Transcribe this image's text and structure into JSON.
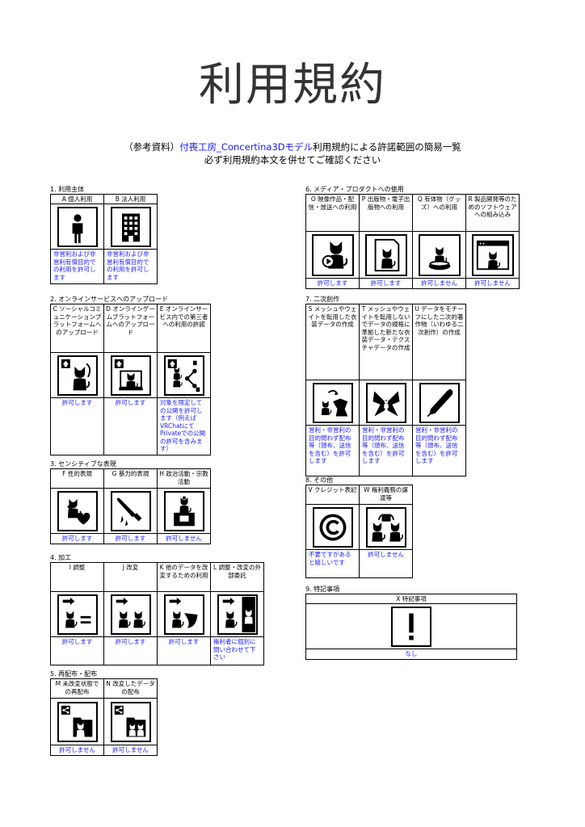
{
  "title": "利用規約",
  "subtitle": {
    "line1_prefix": "（参考資料）",
    "line1_link": "付喪工房_Concertina3Dモデル",
    "line1_suffix": "利用規約による許諾範囲の簡易一覧",
    "line2": "必ず利用規約本文を併せてご確認ください"
  },
  "sections": {
    "s1": {
      "title": "1. 利用主体",
      "cols": [
        {
          "header": "A 個人利用",
          "icon": "person-icon",
          "footer": "非営利および非営利有償目的での利用を許可します"
        },
        {
          "header": "B 法人利用",
          "icon": "building-icon",
          "footer": "非営利および非営利有償目的での利用を許可します"
        }
      ]
    },
    "s2": {
      "title": "2. オンラインサービスへのアップロード",
      "cols": [
        {
          "header": "C ソーシャルコミュニケーションプラットフォームへのアップロード",
          "icon": "upload-avatar-icon",
          "footer": "許可します"
        },
        {
          "header": "D オンラインゲームプラットフォームへのアップロード",
          "icon": "upload-game-icon",
          "footer": "許可します"
        },
        {
          "header": "E オンラインサービス内での第三者への利用の許諾",
          "icon": "share-avatar-icon",
          "footer": "対象を限定しての公開を許可します（例えばVRChatにてPrivateでの公開の許可を含みます）"
        }
      ]
    },
    "s3": {
      "title": "3. センシティブな表現",
      "cols": [
        {
          "header": "F 性的表現",
          "icon": "heart-avatar-icon",
          "footer": "許可します"
        },
        {
          "header": "G 暴力的表現",
          "icon": "knife-icon",
          "footer": "許可します"
        },
        {
          "header": "H 政治活動・宗教活動",
          "icon": "podium-icon",
          "footer": "許可しません"
        }
      ]
    },
    "s4": {
      "title": "4. 加工",
      "cols": [
        {
          "header": "I 調整",
          "icon": "adjust-icon",
          "footer": "許可します"
        },
        {
          "header": "J 改変",
          "icon": "modify-icon",
          "footer": "許可します"
        },
        {
          "header": "K 他のデータを改変するための利用",
          "icon": "use-for-modify-icon",
          "footer": "許可します"
        },
        {
          "header": "L 調整・改変の外部委託",
          "icon": "outsource-icon",
          "footer": "権利者に個別に問い合わせて下さい"
        }
      ]
    },
    "s5": {
      "title": "5. 再配布・配布",
      "cols": [
        {
          "header": "M 未改変状態での再配布",
          "icon": "redistribute-icon",
          "footer": "許可しません"
        },
        {
          "header": "N 改変したデータの配布",
          "icon": "distribute-modified-icon",
          "footer": "許可しません"
        }
      ]
    },
    "s6": {
      "title": "6. メディア・プロダクトへの使用",
      "cols": [
        {
          "header": "O 映像作品・配信・放送への利用",
          "icon": "video-icon",
          "footer": "許可します"
        },
        {
          "header": "P 出版物・電子出版物への利用",
          "icon": "publication-icon",
          "footer": "許可します"
        },
        {
          "header": "Q 有体物（グッズ）への利用",
          "icon": "figure-icon",
          "footer": "許可しません"
        },
        {
          "header": "R 製品開発等のためのソフトウェアへの組み込み",
          "icon": "software-icon",
          "footer": "許可しません"
        }
      ]
    },
    "s7": {
      "title": "7. 二次創作",
      "cols": [
        {
          "header": "S メッシュやウェイトを転用した衣装データの作成",
          "icon": "costume-icon",
          "footer": "営利・非営利の目的問わず配布等（頒布、送信を含む）を許可します"
        },
        {
          "header": "T メッシュやウェイトを転用しないでデータの規格に準拠した新たな衣装データ・テクスチャデータの作成",
          "icon": "ribbon-icon",
          "footer": "営利・非営利の目的問わず配布等（頒布、送信を含む）を許可します"
        },
        {
          "header": "U データをモチーフにした二次的著作物（いわゆる二次創作）の作成",
          "icon": "pen-icon",
          "footer": "営利・非営利の目的問わず配布等（頒布、送信を含む）を許可します"
        }
      ]
    },
    "s8": {
      "title": "8. その他",
      "cols": [
        {
          "header": "V クレジット表記",
          "icon": "copyright-icon",
          "footer": "不要ですがあると嬉しいです"
        },
        {
          "header": "W 権利義務の譲渡等",
          "icon": "transfer-icon",
          "footer": "許可しません"
        }
      ]
    },
    "s9": {
      "title": "9. 特記事項",
      "cols": [
        {
          "header": "X 特記事項",
          "icon": "exclamation-icon",
          "footer": "なし"
        }
      ]
    }
  }
}
